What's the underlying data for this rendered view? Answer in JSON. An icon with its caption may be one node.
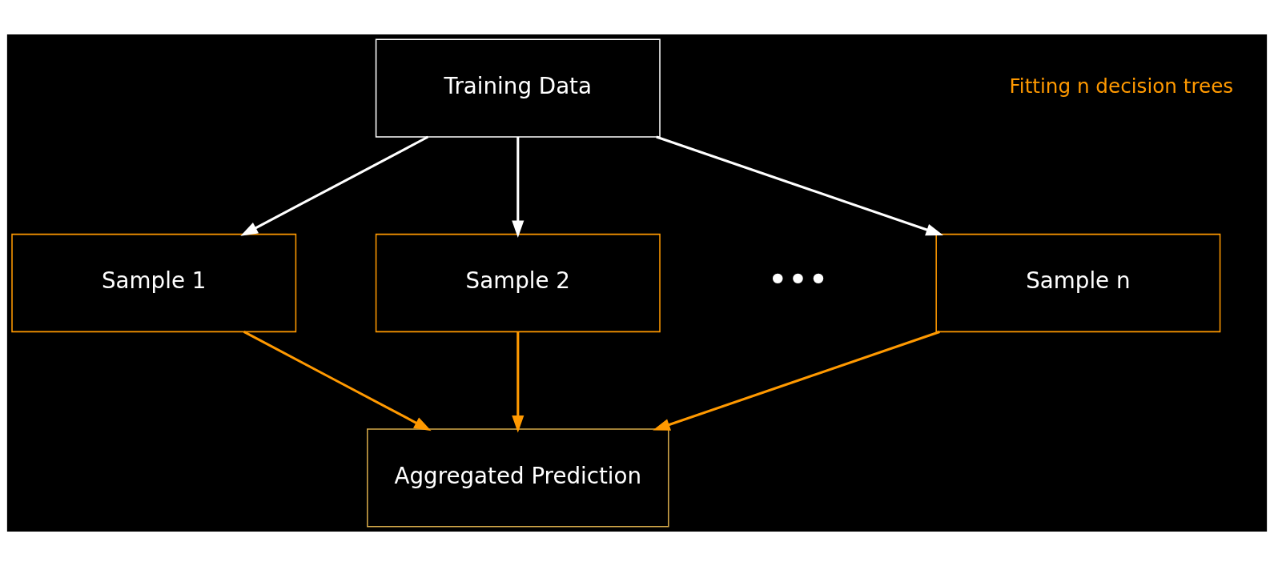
{
  "diagram": {
    "nodes": [
      {
        "text": [
          "Training Data"
        ]
      },
      {
        "text": [
          "Sample 1"
        ]
      },
      {
        "text": [
          "Sample 2"
        ]
      },
      {
        "text": [
          "Sample n"
        ]
      },
      {
        "text": [
          "Aggregated Prediction"
        ]
      }
    ],
    "edges": [
      {
        "from": 0,
        "to": 1,
        "arrow": "to"
      },
      {
        "from": 0,
        "to": 2,
        "arrow": "to"
      },
      {
        "from": 0,
        "to": 3,
        "arrow": "to"
      },
      {
        "from": 1,
        "to": 4,
        "arrow": "to",
        "color": "#ff9900"
      },
      {
        "from": 2,
        "to": 4,
        "arrow": "to",
        "color": "#ff9900"
      },
      {
        "from": 3,
        "to": 4,
        "arrow": "to",
        "color": "#ff9900"
      }
    ],
    "labels": [
      "Fitting n decision trees",
      "•••"
    ]
  }
}
